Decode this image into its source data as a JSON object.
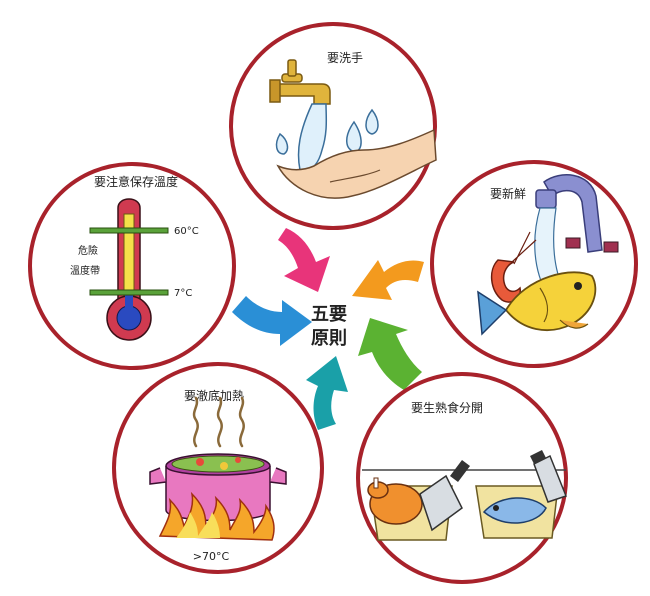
{
  "center": {
    "line1": "五要",
    "line2": "原則"
  },
  "principles": [
    {
      "id": "wash-hands",
      "label": "要洗手"
    },
    {
      "id": "fresh",
      "label": "要新鮮"
    },
    {
      "id": "separate",
      "label": "要生熟食分開"
    },
    {
      "id": "cook-thoroughly",
      "label": "要澈底加熱",
      "note": ">70°C"
    },
    {
      "id": "temperature",
      "label": "要注意保存溫度",
      "temp_high": "60°C",
      "temp_low": "7°C",
      "danger_line1": "危險",
      "danger_line2": "溫度帶"
    }
  ],
  "colors": {
    "ring": "#a8222b",
    "arrow_pink": "#e8347a",
    "arrow_orange": "#f39a1e",
    "arrow_green": "#5bb232",
    "arrow_teal": "#1aa0a8",
    "arrow_blue": "#2a8fd6"
  }
}
